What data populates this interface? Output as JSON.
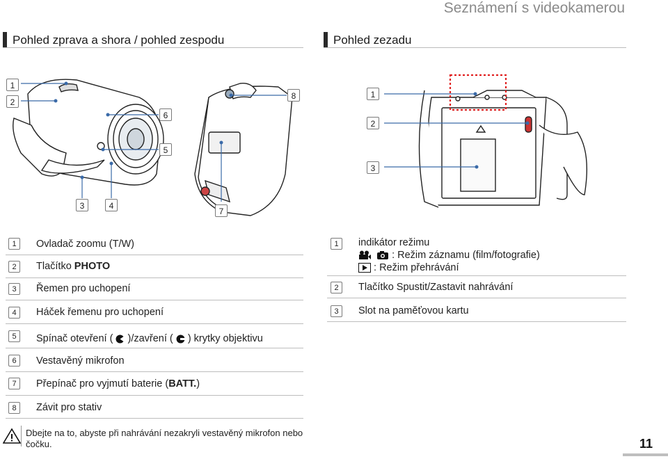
{
  "header": {
    "title": "Seznámení s videokamerou"
  },
  "sections": {
    "left_title": "Pohled zprava a shora / pohled zespodu",
    "right_title": "Pohled zezadu"
  },
  "callouts": {
    "left": [
      "1",
      "2",
      "6",
      "8",
      "5",
      "3",
      "4",
      "7"
    ],
    "right": [
      "1",
      "2",
      "3"
    ]
  },
  "left_items": [
    {
      "num": "1",
      "text": "Ovladač zoomu (T/W)"
    },
    {
      "num": "2",
      "text_pre": "Tlačítko ",
      "text_bold": "PHOTO"
    },
    {
      "num": "3",
      "text": "Řemen pro uchopení"
    },
    {
      "num": "4",
      "text": "Háček řemenu pro uchopení"
    },
    {
      "num": "5",
      "text_a": "Spínač otevření (",
      "text_b": ")/zavření  (",
      "text_c": ") krytky objektivu"
    },
    {
      "num": "6",
      "text": "Vestavěný mikrofon"
    },
    {
      "num": "7",
      "text_pre": "Přepínač pro vyjmutí baterie (",
      "text_bold": "BATT.",
      "text_post": ")"
    },
    {
      "num": "8",
      "text": "Závit pro stativ"
    }
  ],
  "right_items": [
    {
      "num": "1",
      "line1": "indikátor režimu",
      "line2": ": Režim záznamu (film/fotografie)",
      "line3": ": Režim přehrávání"
    },
    {
      "num": "2",
      "text": "Tlačítko Spustit/Zastavit nahrávání"
    },
    {
      "num": "3",
      "text": "Slot na paměťovou kartu"
    }
  ],
  "warning": {
    "text": "Dbejte na to, abyste při nahrávání nezakryli vestavěný mikrofon nebo čočku."
  },
  "page_number": "11",
  "colors": {
    "callout_line": "#3a6aa8",
    "mode_dots": "#e02020"
  }
}
